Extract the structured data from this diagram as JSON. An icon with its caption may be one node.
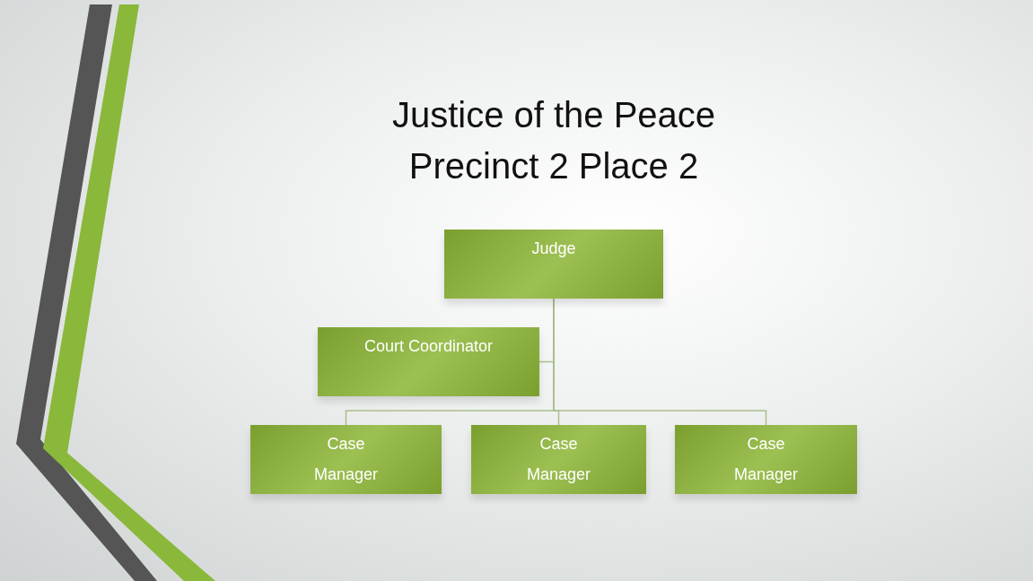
{
  "diagram": {
    "title": "Justice of the Peace Precinct 2 Place 2",
    "nodes": [
      {
        "text": [
          "Judge"
        ]
      },
      {
        "text": [
          "Court Coordinator"
        ]
      },
      {
        "text": [
          "Case Manager"
        ]
      },
      {
        "text": [
          "Case Manager"
        ]
      },
      {
        "text": [
          "Case Manager"
        ]
      }
    ],
    "edges": [
      {
        "from": 0,
        "to": 1,
        "arrow": "none"
      },
      {
        "from": 0,
        "to": 2,
        "arrow": "none"
      },
      {
        "from": 0,
        "to": 3,
        "arrow": "none"
      },
      {
        "from": 0,
        "to": 4,
        "arrow": "none"
      }
    ]
  }
}
